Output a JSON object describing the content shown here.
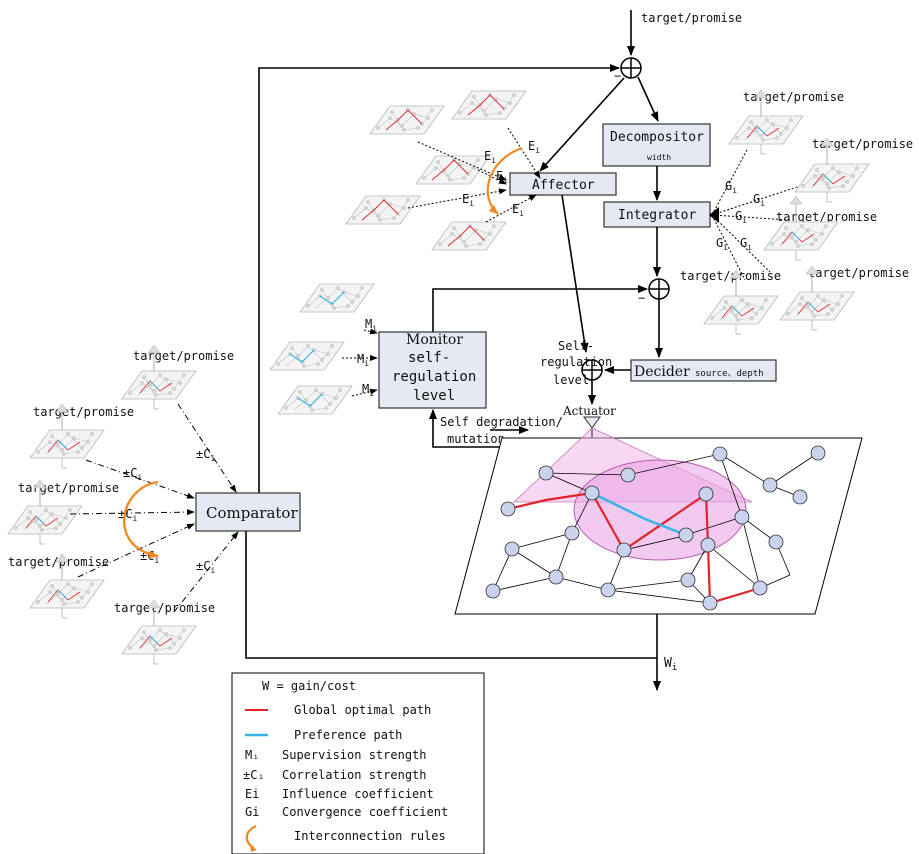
{
  "labels": {
    "target": "target/promise",
    "decompositor": "Decompositor",
    "decompositor_sub": "width",
    "integrator": "Integrator",
    "affector": "Affector",
    "monitor": "Monitor",
    "monitor_sub1": "self-",
    "monitor_sub2": "regulation",
    "monitor_sub3": "level",
    "decider": "Decider",
    "decider_sub": "source、depth",
    "comparator": "Comparator",
    "actuator": "Actuator",
    "self_reg1": "Self-",
    "self_reg2": "regulation",
    "self_reg3": "level",
    "self_deg1": "Self degradation/",
    "self_deg2": "mutation",
    "wi": "W",
    "wi_sub": "i",
    "minus": "−",
    "ei": "E",
    "gi": "G",
    "mi": "M",
    "ci": "±C",
    "sub_i": "i"
  },
  "legend": {
    "title": "W = gain/cost",
    "items": [
      {
        "sym": "",
        "text": "Global optimal path",
        "kind": "red"
      },
      {
        "sym": "",
        "text": "Preference path",
        "kind": "blue"
      },
      {
        "sym": "Mᵢ",
        "text": "Supervision strength",
        "kind": "text"
      },
      {
        "sym": "±Cᵢ",
        "text": "Correlation strength",
        "kind": "text"
      },
      {
        "sym": "Ei",
        "text": "Influence coefficient",
        "kind": "text"
      },
      {
        "sym": "Gi",
        "text": "Convergence coefficient",
        "kind": "text"
      },
      {
        "sym": "",
        "text": "Interconnection rules",
        "kind": "arc"
      }
    ]
  },
  "colors": {
    "red": "#e0242a",
    "blue": "#33b5e5",
    "orange": "#f08a24",
    "box": "#e4e9f3",
    "cone": "#f2b6e8"
  }
}
